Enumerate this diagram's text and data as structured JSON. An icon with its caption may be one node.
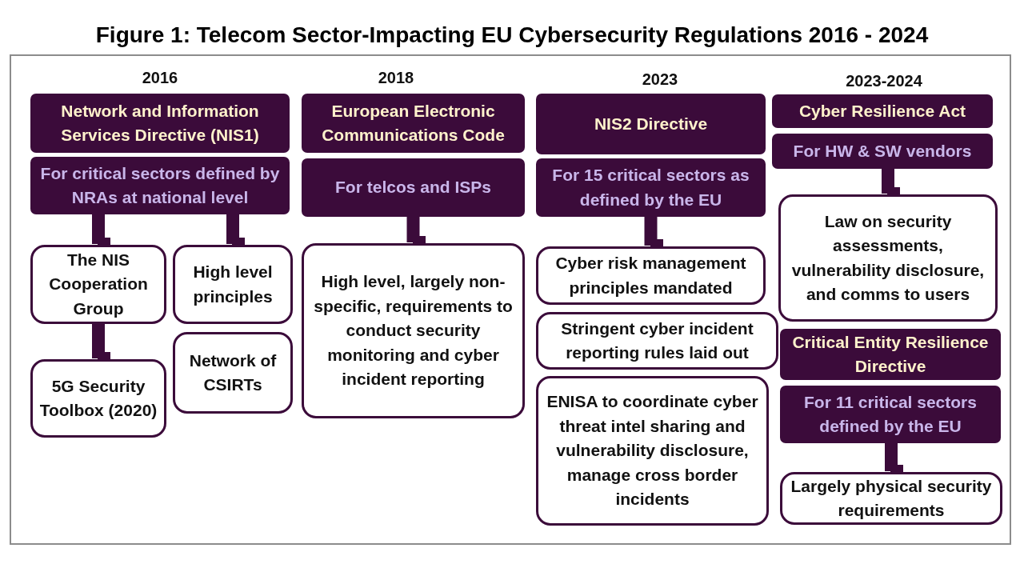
{
  "diagram": {
    "title": "Figure 1: Telecom Sector-Impacting EU Cybersecurity Regulations 2016 - 2024",
    "nodes": [
      {
        "text": [
          "Network and Information Services Directive (NIS1)"
        ]
      },
      {
        "text": [
          "For critical sectors defined by NRAs at national level"
        ]
      },
      {
        "text": [
          "The NIS Cooperation Group"
        ]
      },
      {
        "text": [
          "High level principles"
        ]
      },
      {
        "text": [
          "5G Security Toolbox (2020)"
        ]
      },
      {
        "text": [
          "Network of CSIRTs"
        ]
      },
      {
        "text": [
          "European Electronic Communications Code"
        ]
      },
      {
        "text": [
          "For telcos and ISPs"
        ]
      },
      {
        "text": [
          "High level, largely non-specific, requirements to conduct security monitoring and cyber incident reporting"
        ]
      },
      {
        "text": [
          "NIS2 Directive"
        ]
      },
      {
        "text": [
          "For 15 critical sectors as defined by the EU"
        ]
      },
      {
        "text": [
          "Cyber risk management principles mandated"
        ]
      },
      {
        "text": [
          "Stringent cyber incident reporting rules laid out"
        ]
      },
      {
        "text": [
          "ENISA to coordinate cyber threat intel sharing and vulnerability disclosure, manage cross border incidents"
        ]
      },
      {
        "text": [
          "Cyber Resilience Act"
        ]
      },
      {
        "text": [
          "For HW & SW vendors"
        ]
      },
      {
        "text": [
          "Law on security assessments, vulnerability disclosure, and comms to users"
        ]
      },
      {
        "text": [
          "Critical Entity Resilience Directive"
        ]
      },
      {
        "text": [
          "For 11 critical sectors defined by the EU"
        ]
      },
      {
        "text": [
          "Largely physical security requirements"
        ]
      }
    ],
    "edges": [
      {
        "from": 1,
        "to": 2,
        "arrow": "to"
      },
      {
        "from": 1,
        "to": 3,
        "arrow": "to"
      },
      {
        "from": 2,
        "to": 4,
        "arrow": "to"
      },
      {
        "from": 7,
        "to": 8,
        "arrow": "to"
      },
      {
        "from": 10,
        "to": 11,
        "arrow": "to"
      },
      {
        "from": 15,
        "to": 16,
        "arrow": "to"
      },
      {
        "from": 18,
        "to": 19,
        "arrow": "to"
      }
    ],
    "labels": [
      "2016",
      "2018",
      "2023",
      "2023-2024"
    ]
  }
}
